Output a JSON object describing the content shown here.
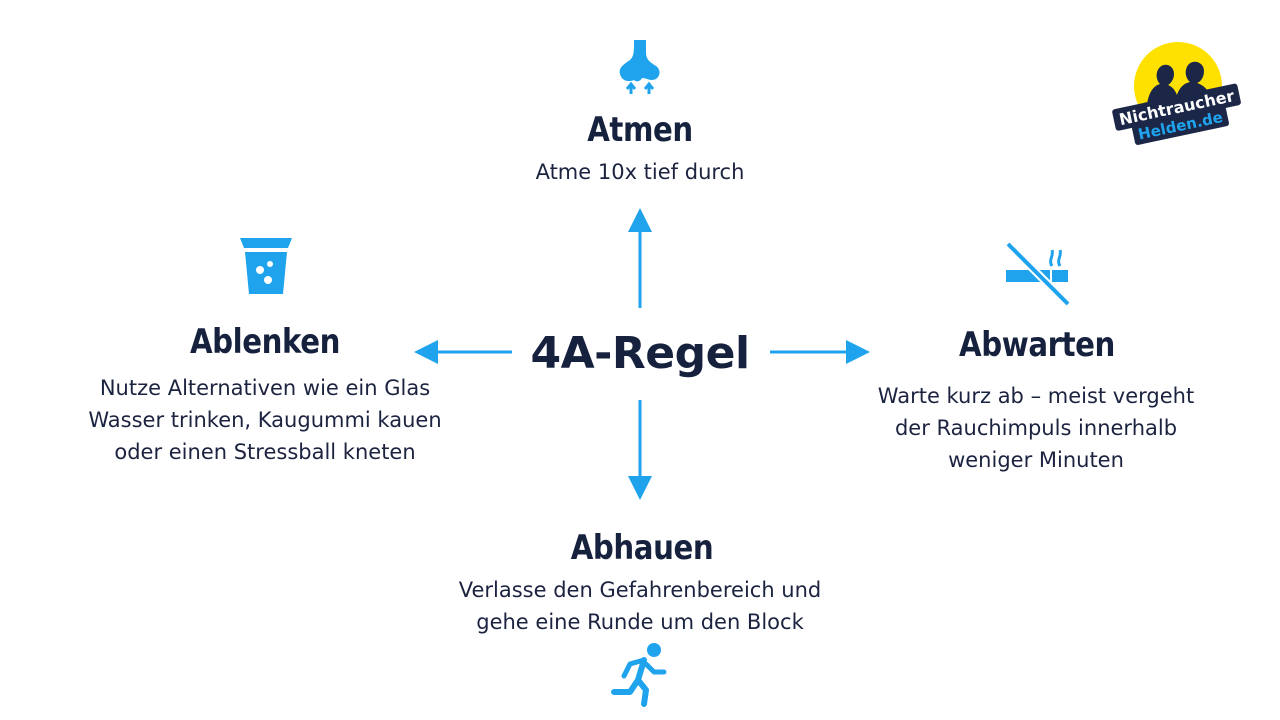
{
  "center": {
    "title": "4A-Regel"
  },
  "atmen": {
    "title": "Atmen",
    "lines": [
      "Atme 10x tief durch"
    ],
    "icon": "nose-icon"
  },
  "ablenken": {
    "title": "Ablenken",
    "lines": [
      "Nutze Alternativen wie ein Glas",
      "Wasser trinken, Kaugummi kauen",
      "oder einen Stressball kneten"
    ],
    "icon": "water-glass-icon"
  },
  "abwarten": {
    "title": "Abwarten",
    "lines": [
      "Warte kurz ab – meist vergeht",
      "der Rauchimpuls innerhalb",
      "weniger Minuten"
    ],
    "icon": "no-smoking-icon"
  },
  "abhauen": {
    "title": "Abhauen",
    "lines": [
      "Verlasse den Gefahrenbereich und",
      "gehe eine Runde um den Block"
    ],
    "icon": "running-person-icon"
  },
  "logo": {
    "line1": "Nichtraucher",
    "line2": "Helden.de"
  },
  "colors": {
    "accent": "#1fa3ec",
    "text": "#16213e",
    "logo_yellow": "#ffe100",
    "logo_navy": "#1c2748"
  }
}
